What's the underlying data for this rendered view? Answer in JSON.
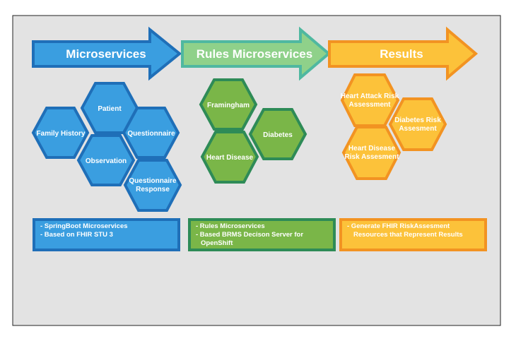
{
  "colors": {
    "blue_fill": "#3a9ee0",
    "blue_stroke": "#1f6fb8",
    "green_fill": "#7ab648",
    "green_stroke": "#2e8b57",
    "green_arrow_fill": "#8fd18a",
    "green_arrow_stroke": "#4fb8a0",
    "orange_fill": "#fcc23a",
    "orange_stroke": "#f29322",
    "canvas_bg": "#e3e3e3"
  },
  "arrows": {
    "microservices": "Microservices",
    "rules": "Rules Microservices",
    "results": "Results"
  },
  "hexes": {
    "patient": "Patient",
    "family_history": "Family History",
    "questionnaire": "Questionnaire",
    "observation": "Observation",
    "questionnaire_response": [
      "Questionnaire",
      "Response"
    ],
    "framingham": "Framingham",
    "diabetes": "Diabetes",
    "heart_disease": "Heart Disease",
    "heart_attack_risk": [
      "Heart Attack Risk",
      "Assessment"
    ],
    "diabetes_risk": [
      "Diabetes Risk",
      "Assesment"
    ],
    "heart_disease_risk": [
      "Heart Disease",
      "Risk Assesment"
    ]
  },
  "boxes": {
    "microservices": [
      "- SpringBoot Microservices",
      "- Based on FHIR STU 3"
    ],
    "rules": [
      "- Rules Microservices",
      "- Based  BRMS Decison Server for",
      "OpenShift"
    ],
    "results": [
      "- Generate FHIR RiskAssesment",
      "Resources that Represent Results"
    ]
  }
}
